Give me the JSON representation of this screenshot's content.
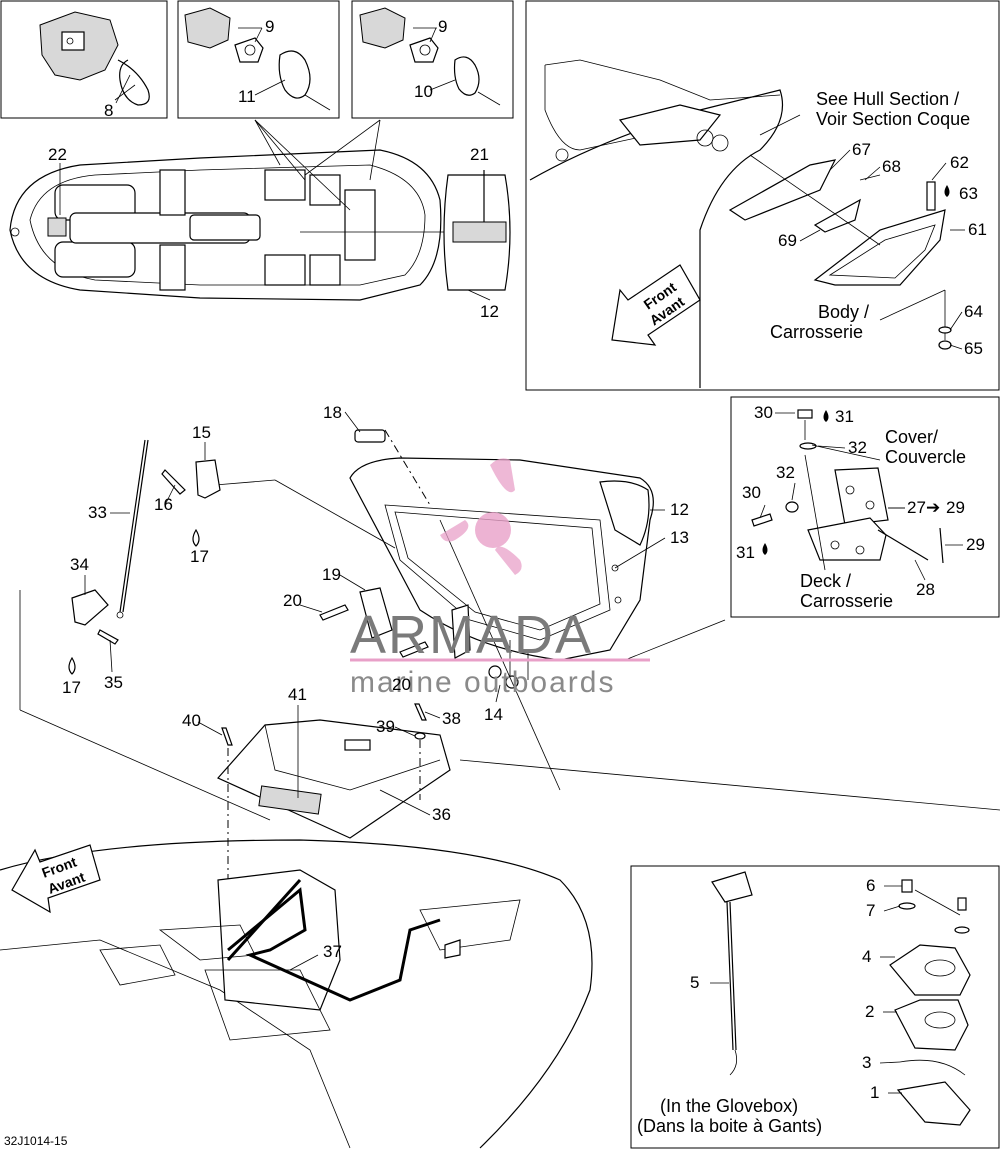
{
  "callouts": {
    "c1": "1",
    "c2": "2",
    "c3": "3",
    "c4": "4",
    "c5": "5",
    "c6": "6",
    "c7": "7",
    "c8": "8",
    "c9a": "9",
    "c9b": "9",
    "c10": "10",
    "c11": "11",
    "c12a": "12",
    "c12b": "12",
    "c13": "13",
    "c14": "14",
    "c15": "15",
    "c16": "16",
    "c17a": "17",
    "c17b": "17",
    "c18": "18",
    "c19": "19",
    "c20a": "20",
    "c20b": "20",
    "c21": "21",
    "c22": "22",
    "c27": "27",
    "c29": "29",
    "c28": "28",
    "c29b": "29",
    "c30a": "30",
    "c30b": "30",
    "c31a": "31",
    "c31b": "31",
    "c32a": "32",
    "c32b": "32",
    "c33": "33",
    "c34": "34",
    "c35": "35",
    "c36": "36",
    "c37": "37",
    "c38": "38",
    "c39": "39",
    "c40": "40",
    "c41": "41",
    "c61": "61",
    "c62": "62",
    "c63": "63",
    "c64": "64",
    "c65": "65",
    "c67": "67",
    "c68": "68",
    "c69": "69"
  },
  "notes": {
    "hull_line1": "See Hull Section /",
    "hull_line2": "Voir Section Coque",
    "body_line1": "Body /",
    "body_line2": "Carrosserie",
    "cover_line1": "Cover/",
    "cover_line2": "Couvercle",
    "deck_line1": "Deck /",
    "deck_line2": "Carrosserie",
    "glovebox_line1": "(In the Glovebox)",
    "glovebox_line2": "(Dans la boite à Gants)",
    "front_line1": "Front",
    "front_line2": "Avant",
    "front2_line1": "Front",
    "front2_line2": "Avant",
    "part_code": "32J1014-15"
  },
  "watermark": {
    "brand": "ARMADA",
    "tagline": "marine outboards",
    "accent": "#e8a0c8"
  }
}
